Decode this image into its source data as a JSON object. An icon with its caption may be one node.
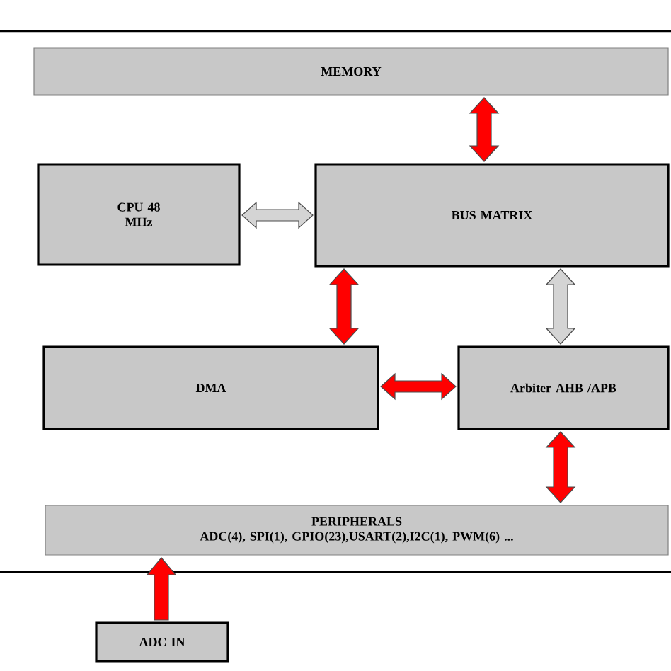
{
  "diagram": {
    "nodes": [
      {
        "text": [
          "MEMORY"
        ]
      },
      {
        "text": [
          "CPU 48 MHz"
        ]
      },
      {
        "text": [
          "BUS MATRIX"
        ]
      },
      {
        "text": [
          "DMA"
        ]
      },
      {
        "text": [
          "Arbiter AHB /APB"
        ]
      },
      {
        "text": [
          "PERIPHERALS",
          "ADC(4), SPI(1), GPIO(23),USART(2),I2C(1), PWM(6) ..."
        ]
      },
      {
        "text": [
          "ADC IN"
        ]
      }
    ],
    "edges": [
      {
        "from": 0,
        "to": 2,
        "arrow": "both"
      },
      {
        "from": 1,
        "to": 2,
        "arrow": "both",
        "color": "#d4d4d4"
      },
      {
        "from": 2,
        "to": 3,
        "arrow": "both"
      },
      {
        "from": 2,
        "to": 4,
        "arrow": "both",
        "color": "#d4d4d4"
      },
      {
        "from": 3,
        "to": 4,
        "arrow": "both"
      },
      {
        "from": 4,
        "to": 5,
        "arrow": "both"
      },
      {
        "from": 6,
        "to": 5,
        "arrow": "to"
      }
    ]
  }
}
